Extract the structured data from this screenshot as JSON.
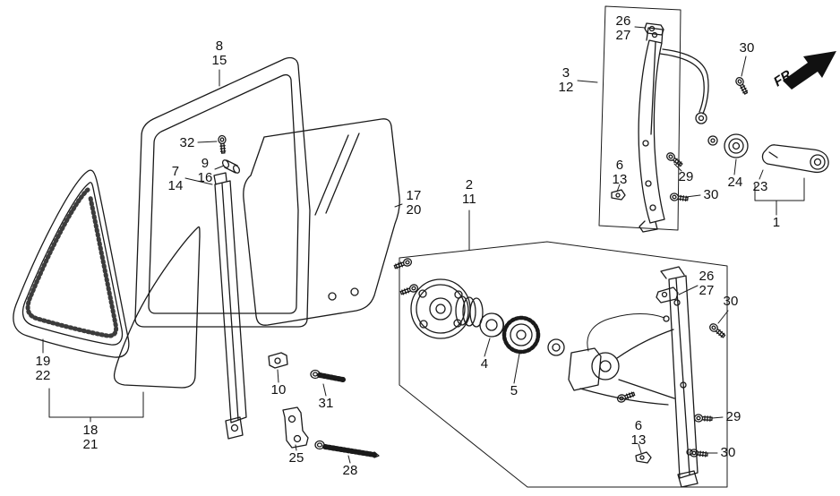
{
  "fr_label": "FR.",
  "colors": {
    "line": "#1a1a1a",
    "background": "#ffffff"
  },
  "callouts": {
    "run_channel": "8\n15",
    "screw_32": "32",
    "clip_9_16": "9\n16",
    "rail_7_14": "7\n14",
    "door_glass": "17\n20",
    "regulator_2_11": "2\n11",
    "seal_19_22": "19\n22",
    "quarter_glass_18_21": "18\n21",
    "bracket_10": "10",
    "bolt_31": "31",
    "bracket_25": "25",
    "screw_28": "28",
    "washer_4": "4",
    "gear_5": "5",
    "clip_26_27_top": "26\n27",
    "rail_3_12": "3\n12",
    "bolt_30_topright": "30",
    "clip_6_13_upper": "6\n13",
    "bolt_29_upper": "29",
    "bolt_30_upper": "30",
    "handle_base_24": "24",
    "handle_23": "23",
    "handle_1": "1",
    "clip_26_27_mid": "26\n27",
    "bolt_30_mid": "30",
    "clip_6_13_lower": "6\n13",
    "bolt_29_lower": "29",
    "bolt_30_lower": "30"
  }
}
